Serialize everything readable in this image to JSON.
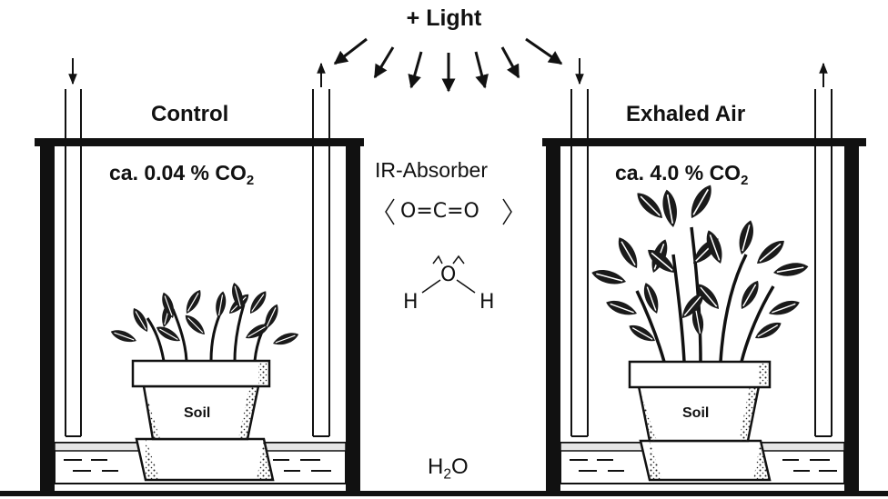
{
  "light_label": "+ Light",
  "chambers": {
    "control": {
      "title": "Control",
      "conc_prefix": "ca. 0.04 % CO",
      "conc_sub": "2"
    },
    "exhaled": {
      "title": "Exhaled Air",
      "conc_prefix": "ca. 4.0 % CO",
      "conc_sub": "2"
    }
  },
  "soil_label": "Soil",
  "ir_absorber": {
    "title": "IR-Absorber",
    "co2_formula": "O=C=O",
    "h2o_center": "O",
    "h2o_left": "H",
    "h2o_right": "H"
  },
  "water": {
    "prefix": "H",
    "sub": "2",
    "suffix": "O"
  }
}
